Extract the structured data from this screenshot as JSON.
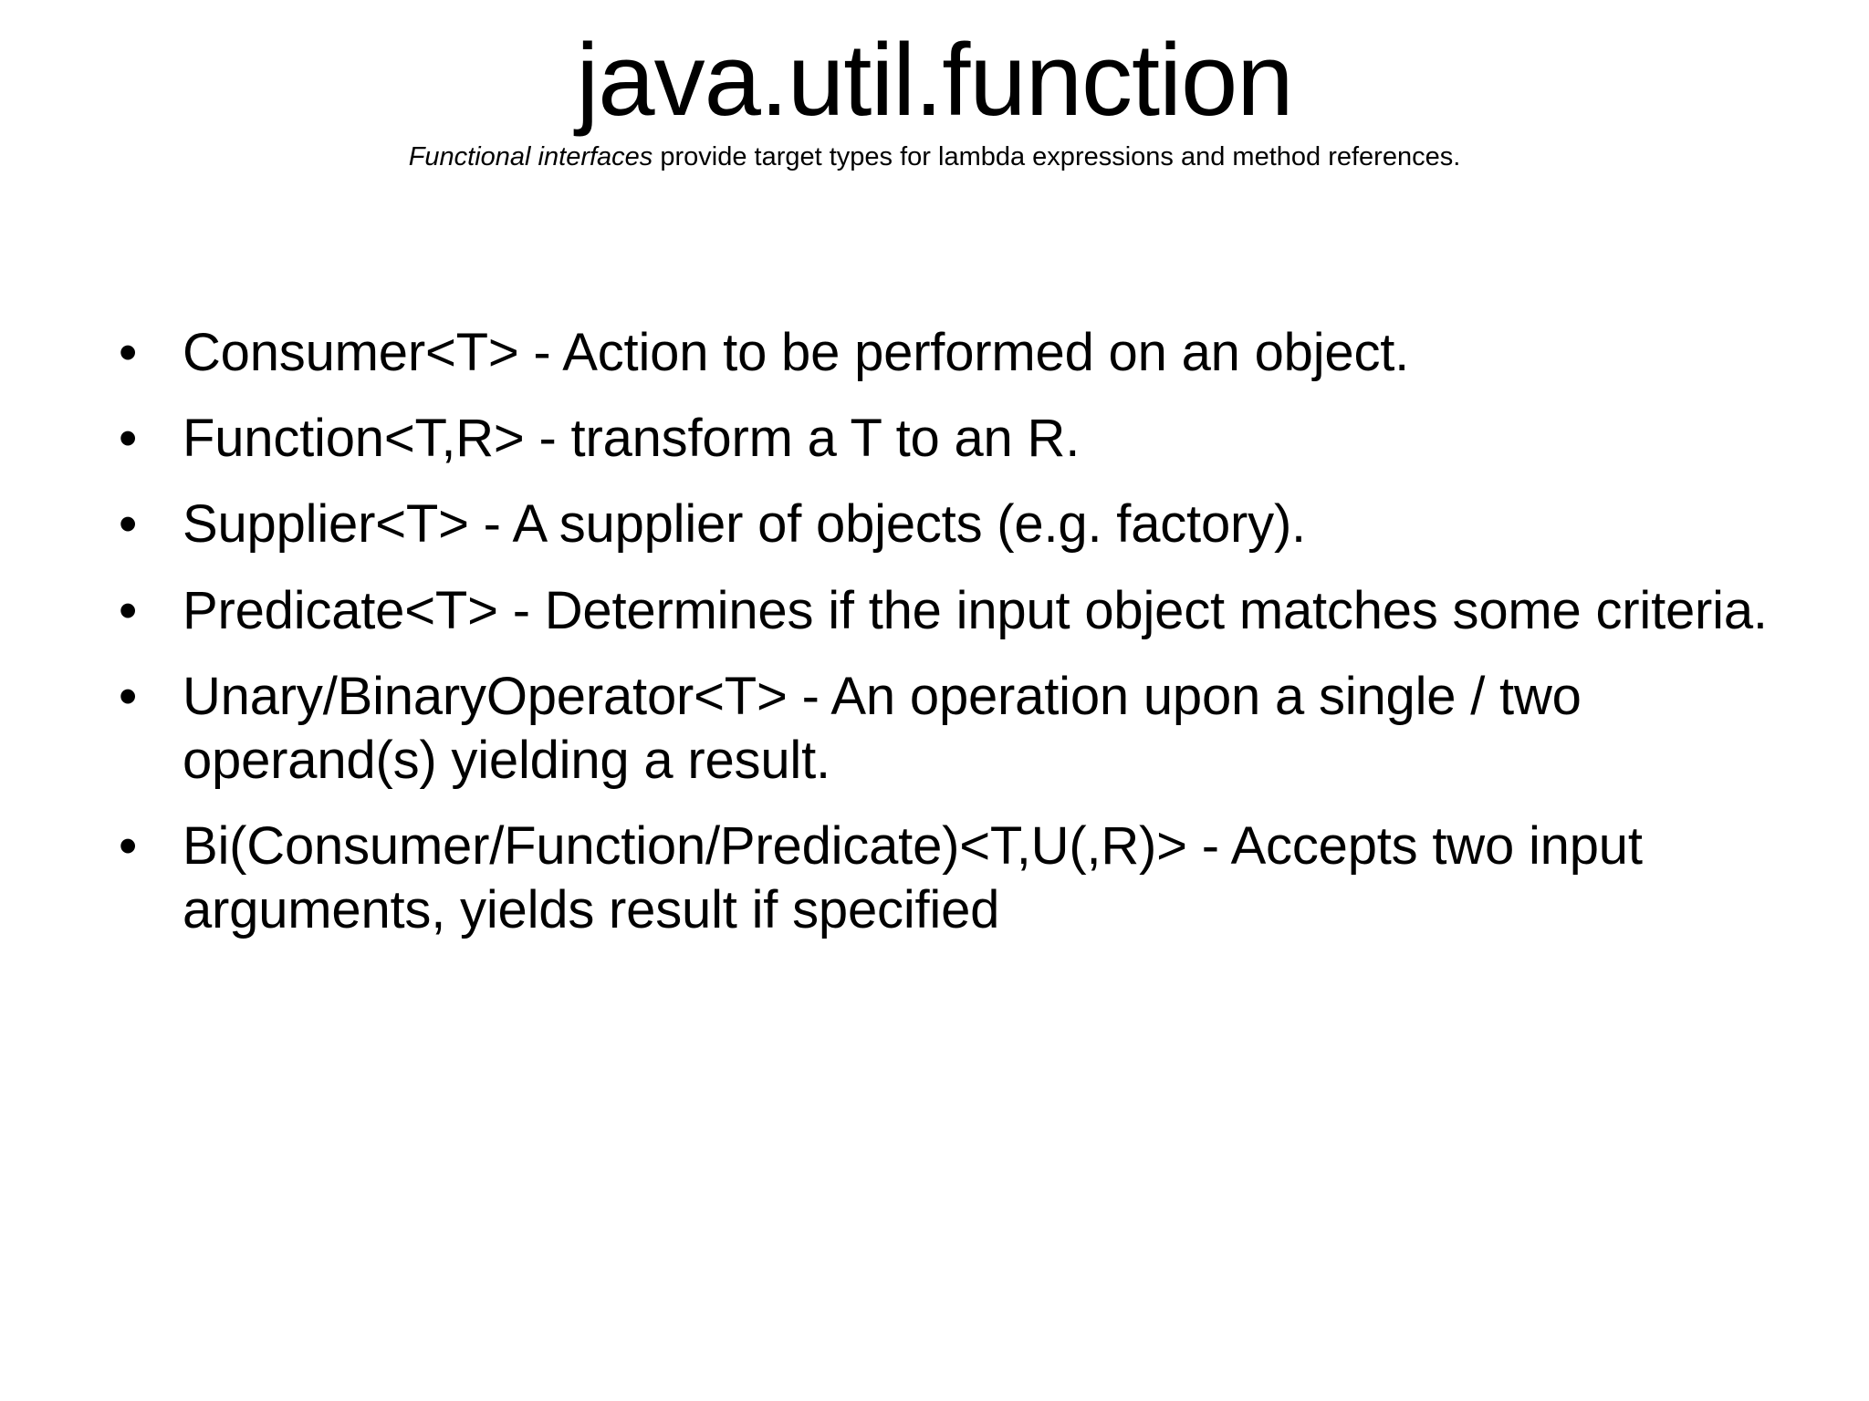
{
  "slide": {
    "background_color": "#ffffff",
    "text_color": "#000000",
    "title": "java.util.function",
    "subtitle": {
      "emphasis": "Functional interfaces",
      "rest": " provide target types for lambda expressions and method references."
    },
    "bullet_marker": "•",
    "bullets": [
      {
        "text": "Consumer<T> - Action to be performed on an object."
      },
      {
        "text": "Function<T,R> - transform a T to an R."
      },
      {
        "text": "Supplier<T> - A supplier of objects (e.g. factory)."
      },
      {
        "text": "Predicate<T> - Determines if the input object matches some criteria."
      },
      {
        "text": "Unary/BinaryOperator<T> - An operation upon a single / two operand(s) yielding a result."
      },
      {
        "text": "Bi(Consumer/Function/Predicate)<T,U(,R)> - Accepts two input arguments, yields result if specified"
      }
    ]
  }
}
